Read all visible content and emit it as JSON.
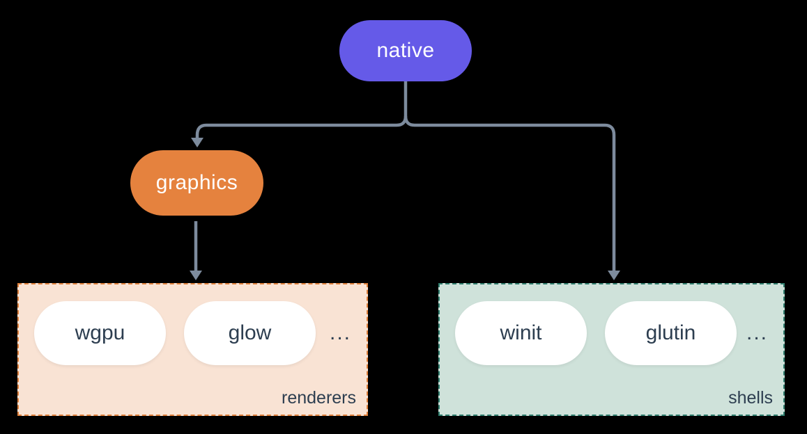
{
  "nodes": {
    "native": {
      "label": "native"
    },
    "graphics": {
      "label": "graphics"
    }
  },
  "groups": {
    "renderers": {
      "label": "renderers",
      "items": [
        "wgpu",
        "glow"
      ],
      "more": "..."
    },
    "shells": {
      "label": "shells",
      "items": [
        "winit",
        "glutin"
      ],
      "more": "..."
    }
  },
  "colors": {
    "background": "#000000",
    "native_fill": "#655AE8",
    "graphics_fill": "#E5823E",
    "renderers_bg": "#F9E3D4",
    "renderers_border": "#E0813C",
    "shells_bg": "#CFE2DA",
    "shells_border": "#2F7D6D",
    "connector": "#7D8B9D",
    "node_text": "#FFFFFF",
    "dark_text": "#2D3E50"
  }
}
